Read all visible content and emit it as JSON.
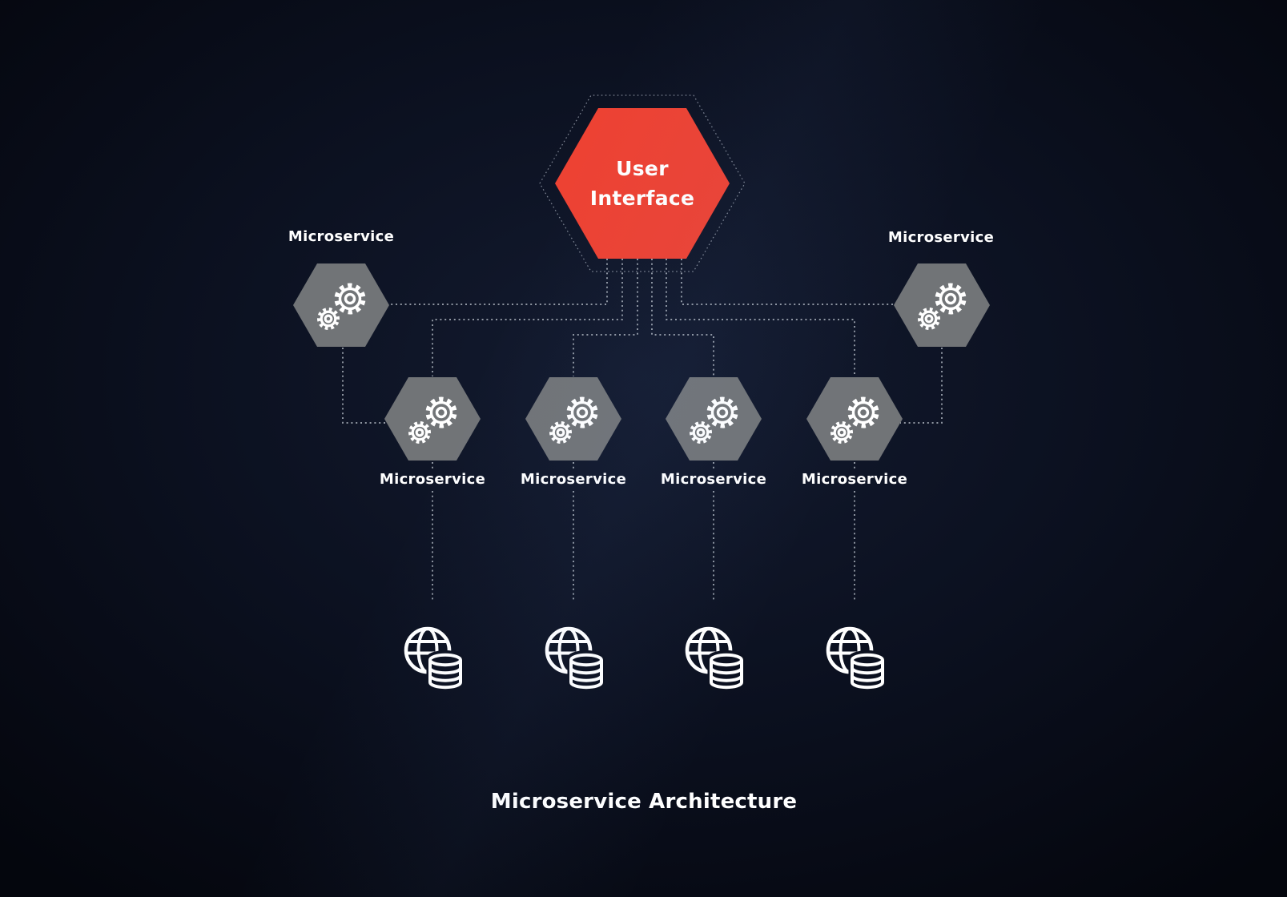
{
  "title": "Microservice Architecture",
  "ui_node": {
    "line1": "User",
    "line2": "Interface"
  },
  "services": [
    {
      "label": "Microservice",
      "icon": "gears-icon",
      "position": "upper-left"
    },
    {
      "label": "Microservice",
      "icon": "gears-icon",
      "position": "upper-right"
    },
    {
      "label": "Microservice",
      "icon": "gears-icon",
      "position": "row-1"
    },
    {
      "label": "Microservice",
      "icon": "gears-icon",
      "position": "row-2"
    },
    {
      "label": "Microservice",
      "icon": "gears-icon",
      "position": "row-3"
    },
    {
      "label": "Microservice",
      "icon": "gears-icon",
      "position": "row-4"
    }
  ],
  "data_stores": [
    {
      "icon": "globe-database-icon"
    },
    {
      "icon": "globe-database-icon"
    },
    {
      "icon": "globe-database-icon"
    },
    {
      "icon": "globe-database-icon"
    }
  ],
  "colors": {
    "ui_hexagon": "#ED4233",
    "service_hexagon": "#717477",
    "connector": "#AAB1BB",
    "outline": "#818896",
    "text": "#FFFFFF",
    "bg_center": "#131B30",
    "bg_mid": "#0B101F",
    "bg_edge": "#04060D",
    "db_punch": "#0B101F"
  }
}
